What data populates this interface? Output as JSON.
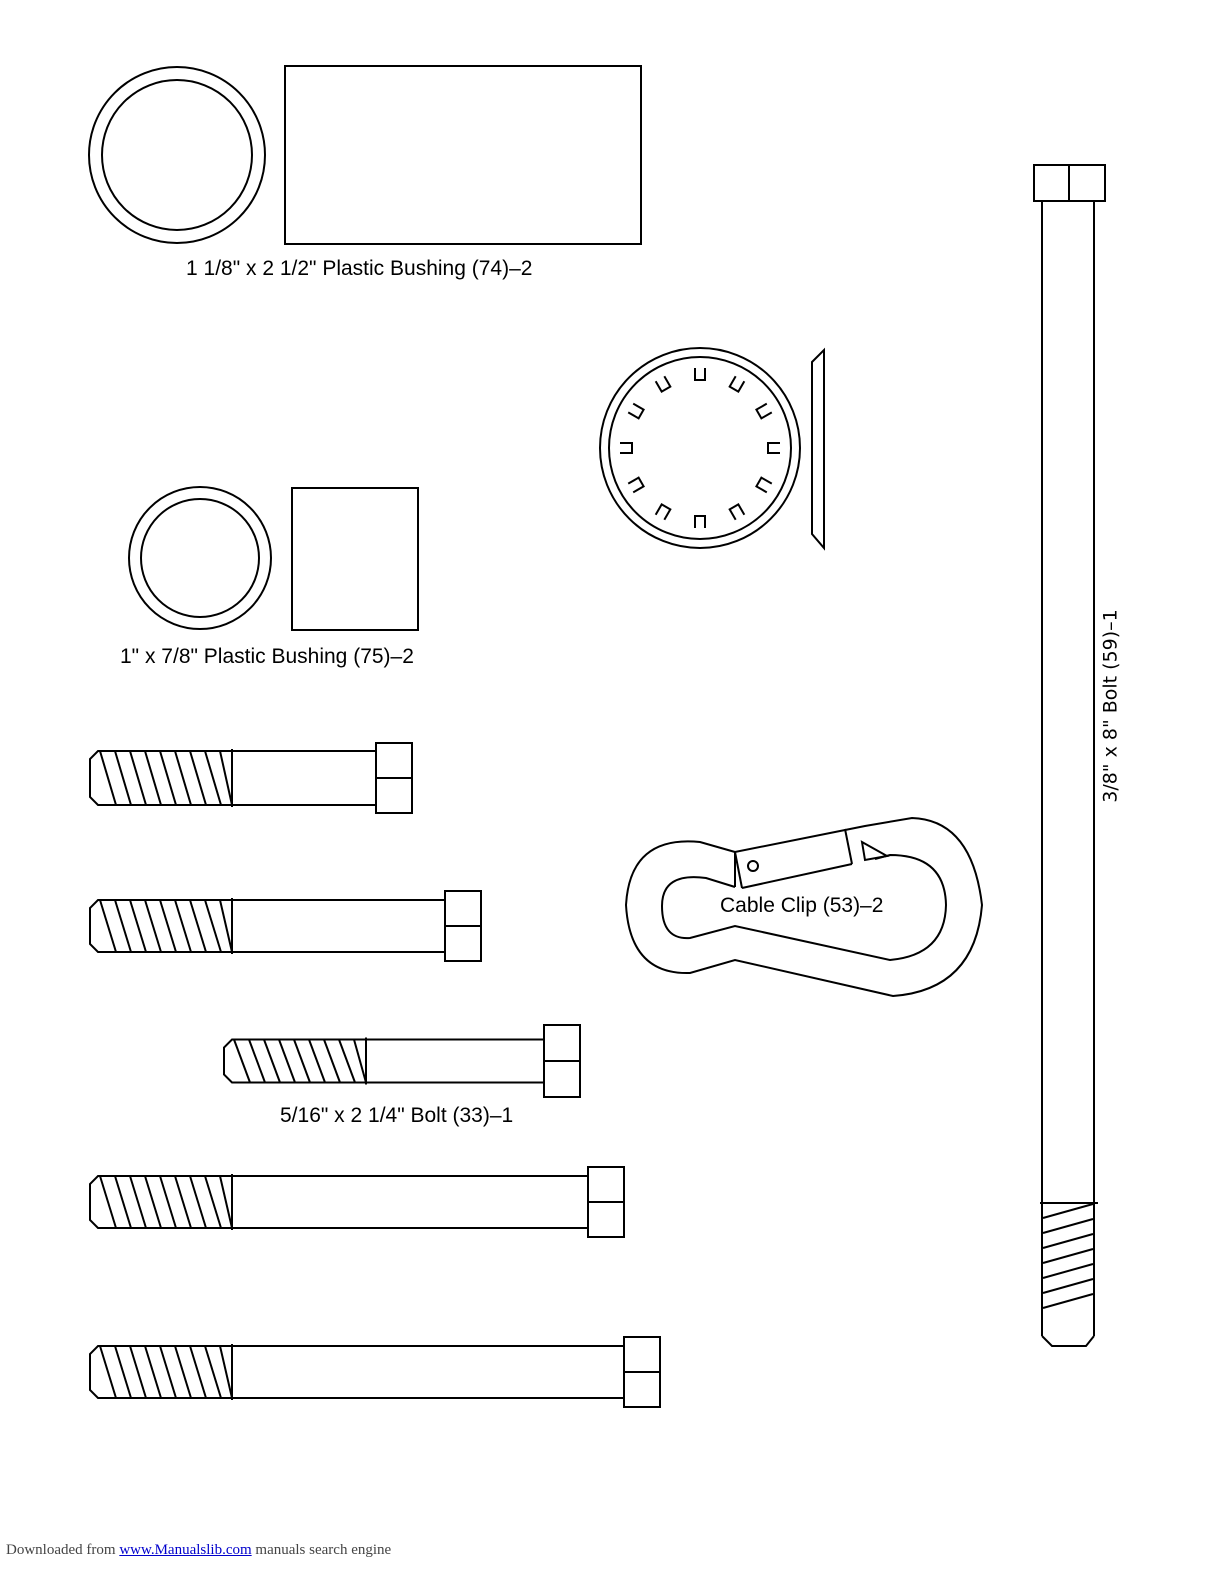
{
  "labels": {
    "bushing_74": "1 1/8\" x 2 1/2\" Plastic Bushing (74)–2",
    "bushing_75": "1\" x 7/8\" Plastic Bushing (75)–2",
    "bolt_33": "5/16\" x 2 1/4\" Bolt (33)–1",
    "cable_clip": "Cable Clip (53)–2",
    "bolt_59": "3/8\" x 8\" Bolt (59)–1"
  },
  "footer": {
    "prefix": "Downloaded from",
    "link_text": "www.Manualslib.com",
    "suffix": "manuals search engine"
  },
  "colors": {
    "line": "#000000",
    "background": "#ffffff",
    "link": "#0000cc"
  }
}
